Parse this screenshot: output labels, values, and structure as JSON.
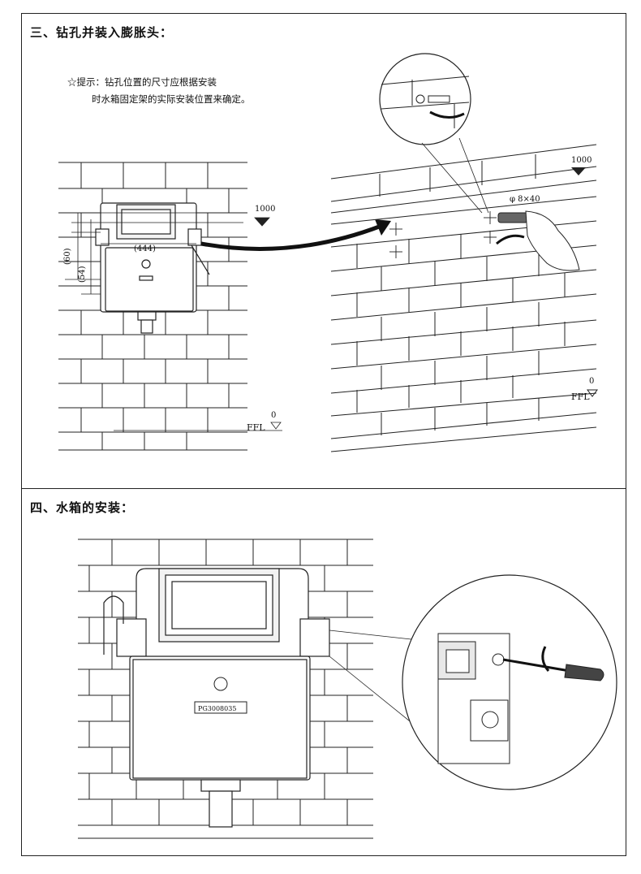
{
  "section3": {
    "heading": "三、钻孔并装入膨胀头：",
    "tip_line1": "☆提示：钻孔位置的尺寸应根据安装",
    "tip_line2": "时水箱固定架的实际安装位置来确定。",
    "dim_444": "(444)",
    "dim_60": "(60)",
    "dim_54": "(54)",
    "level_1000": "1000",
    "level_1000_right": "1000",
    "ffl_label": "FFL",
    "ffl_value": "0",
    "ffl_label_right": "FFL",
    "ffl_value_right": "0",
    "drill_spec": "φ 8×40"
  },
  "section4": {
    "heading": "四、水箱的安装：",
    "nameplate": "PG3008035"
  },
  "icons": [
    "drill-icon",
    "screwdriver-icon",
    "rotate-arrow-icon",
    "hand-icon",
    "cistern-icon",
    "wall-plug-icon"
  ]
}
